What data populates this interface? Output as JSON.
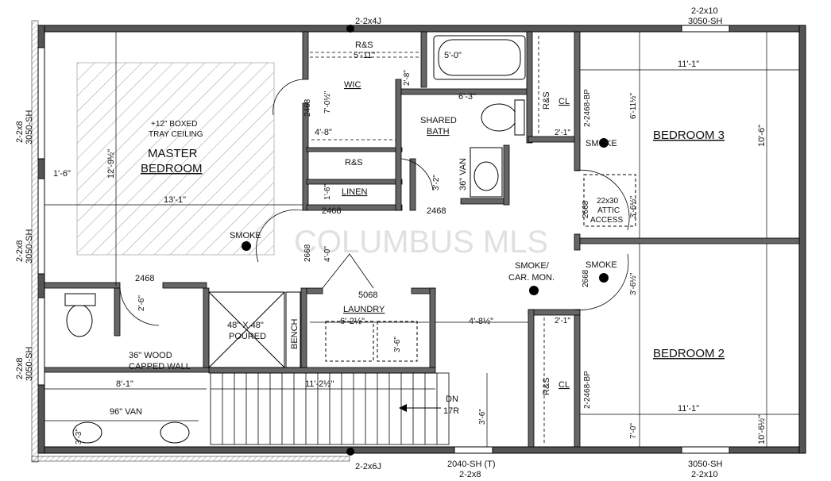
{
  "headers": {
    "top_header": "2-2x4J",
    "top_right_1": "2-2x10",
    "top_right_2": "3050-SH",
    "bottom_header": "2-2x6J",
    "bottom_mid_1": "2040-SH (T)",
    "bottom_mid_2": "2-2x8",
    "bottom_right_1": "3050-SH",
    "bottom_right_2": "2-2x10"
  },
  "left_windows": [
    {
      "a": "2-2x8",
      "b": "3050-SH"
    },
    {
      "a": "2-2x8",
      "b": "3050-SH"
    },
    {
      "a": "2-2x8",
      "b": "3050-SH"
    }
  ],
  "rooms": {
    "master_title_1": "MASTER",
    "master_title_2": "BEDROOM",
    "tray_1": "+12\" BOXED",
    "tray_2": "TRAY CEILING",
    "wic": "WIC",
    "shared_1": "SHARED",
    "shared_2": "BATH",
    "linen": "LINEN",
    "laundry": "LAUNDRY",
    "bedroom3": "BEDROOM 3",
    "bedroom2": "BEDROOM 2",
    "shower_1": "48\" X 48\"",
    "shower_2": "POURED",
    "bench": "BENCH"
  },
  "labels": {
    "rs_top": "R&S",
    "rs_wic": "R&S",
    "rs_b3": "R&S",
    "rs_b2": "R&S",
    "cl_b3": "CL",
    "cl_b2": "CL",
    "bp_b3": "2-2468-BP",
    "bp_b2": "2-2468-BP",
    "smoke_master": "SMOKE",
    "smoke_b3": "SMOKE",
    "smoke_hall": "SMOKE",
    "smoke_car_1": "SMOKE/",
    "smoke_car_2": "CAR. MON.",
    "attic_1": "22x30",
    "attic_2": "ATTIC",
    "attic_3": "ACCESS",
    "van_bath": "36\" VAN",
    "van_master": "96\" VAN",
    "wood_wall_1": "36\" WOOD",
    "wood_wall_2": "CAPPED WALL",
    "stairs_dn": "DN",
    "stairs_risers": "17R",
    "watermark": "COLUMBUS MLS"
  },
  "doors": {
    "d_wic": "2468",
    "d_linen": "2468",
    "d_bath": "2468",
    "d_master": "2668",
    "d_mbath": "2468",
    "d_laundry": "5068",
    "d_b3": "2668",
    "d_b2": "2668"
  },
  "dims": {
    "rs_width": "5'-11\"",
    "wic_depth": "2'-8\"",
    "tub_len": "5'-0\"",
    "wic_height": "7'-0½\"",
    "wic_width": "4'-8\"",
    "bath_width": "6'-3\"",
    "master_depth": "12'-9½\"",
    "master_window": "1'-6\"",
    "master_width": "13'-1\"",
    "linen_depth": "1'-6\"",
    "bath_door_depth": "3'-2\"",
    "hall_depth": "4'-0\"",
    "mbath_door_depth": "2'-6\"",
    "mbath_width": "8'-1\"",
    "mbath_van_depth": "3'-3\"",
    "laundry_width": "6'-2½\"",
    "laundry_depth": "3'-6\"",
    "hall_width": "4'-8½\"",
    "stair_width": "11'-2½\"",
    "stair_depth": "3'-6\"",
    "b3_width": "11'-1\"",
    "b3_top": "6'-11½\"",
    "b3_depth": "10'-6\"",
    "b3_closet": "2'-1\"",
    "b3_door_depth": "3'-6½\"",
    "b2_door_depth": "3'-6½\"",
    "b2_closet": "2'-1\"",
    "b2_width": "11'-1\"",
    "b2_bottom": "7'-0\"",
    "b2_depth": "10'-6½\""
  }
}
